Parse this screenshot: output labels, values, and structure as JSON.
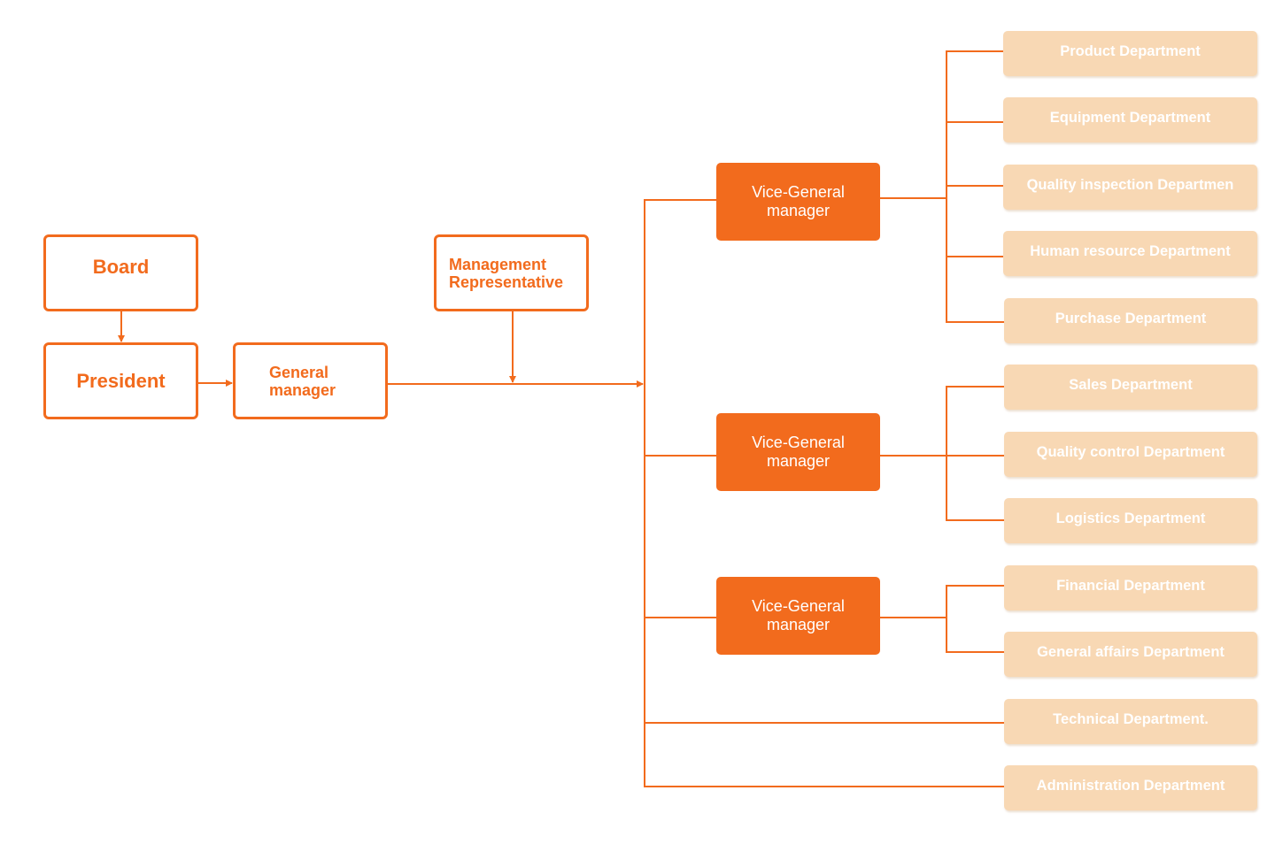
{
  "board": "Board",
  "president": "President",
  "general_manager": [
    "General",
    "manager"
  ],
  "management_representative": [
    "Management",
    "Representative"
  ],
  "vice_general_managers": [
    [
      "Vice-General",
      "manager"
    ],
    [
      "Vice-General",
      "manager"
    ],
    [
      "Vice-General",
      "manager"
    ]
  ],
  "departments": [
    "Product Department",
    "Equipment Department",
    "Quality inspection Departmen",
    "Human resource Department",
    "Purchase Department",
    "Sales Department",
    "Quality control Department",
    "Logistics Department",
    "Financial Department",
    "General affairs Department",
    "Technical Department.",
    "Administration Department"
  ],
  "colors": {
    "accent": "#f26b1d",
    "department_fill": "#f8d8b4"
  }
}
